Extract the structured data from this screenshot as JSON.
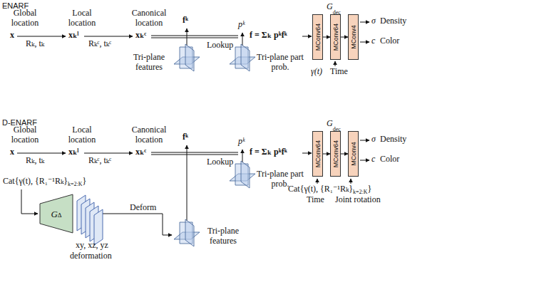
{
  "diagram": {
    "nodes": [
      {
        "text": [
          "MConv64"
        ]
      },
      {
        "text": [
          "MConv64"
        ]
      },
      {
        "text": [
          "MConv4"
        ]
      },
      {
        "text": [
          "G",
          "Δ"
        ]
      },
      {
        "text": [
          "MConv64"
        ]
      },
      {
        "text": [
          "MConv64"
        ]
      },
      {
        "text": [
          "MConv4"
        ]
      }
    ],
    "edges": [
      {
        "from": 0,
        "to": 1,
        "arrow": "to"
      },
      {
        "from": 1,
        "to": 2,
        "arrow": "to"
      },
      {
        "from": 4,
        "to": 5,
        "arrow": "to"
      },
      {
        "from": 5,
        "to": 6,
        "arrow": "to"
      }
    ],
    "labels": [
      "ENARF",
      "Global location",
      "x",
      "Rₖ, tₖ",
      "Local location",
      "xₖˡ",
      "Rₖᶜ, tₖᶜ",
      "Canonical location",
      "xₖᶜ",
      "fᵏ",
      "pᵏ",
      "Lookup",
      "f = Σₖ pᵏfᵏ",
      "Tri-plane features",
      "Tri-plane part prob.",
      "G",
      "dec",
      "σ",
      "Density",
      "c",
      "Color",
      "γ(t)",
      "Time",
      "D-ENARF",
      "Global location",
      "x",
      "Rₖ, tₖ",
      "Local location",
      "xₖˡ",
      "Rₖᶜ, tₖᶜ",
      "Canonical location",
      "xₖᶜ",
      "fᵏ",
      "pᵏ",
      "Lookup",
      "f = Σₖ pᵏfᵏ",
      "Tri-plane part prob.",
      "Cat{γ(t), {R₁⁻¹Rₖ}",
      "k=2:K",
      "}",
      "xy, xz, yz",
      "deformation",
      "Deform",
      "Tri-plane features",
      "G",
      "dec",
      "σ",
      "Density",
      "c",
      "Color",
      "Cat{γ(t), {R₁⁻¹Rₖ}",
      "k=2:K",
      "}",
      "Time",
      "Joint rotation"
    ]
  }
}
